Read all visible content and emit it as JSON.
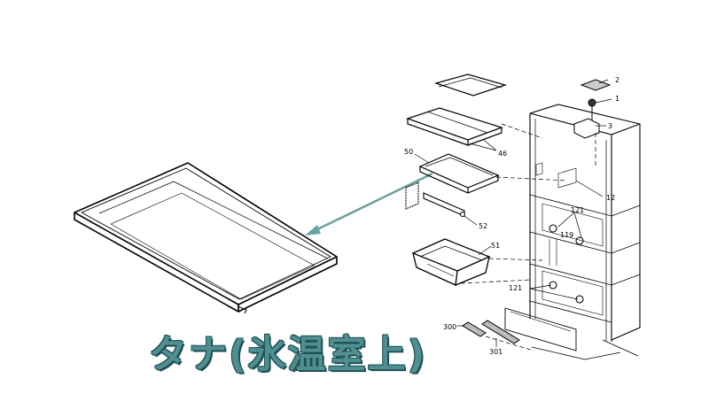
{
  "caption": "タナ(氷温室上)",
  "colors": {
    "caption": "#4f8f92",
    "arrow": "#6aa3a3",
    "line": "#000000"
  },
  "part_labels": {
    "p1": "1",
    "p2": "2",
    "p3": "3",
    "p12": "12",
    "p46": "46",
    "p50": "50",
    "p51": "51",
    "p52": "52",
    "p119": "119",
    "p121a": "121",
    "p121b": "121",
    "p300": "300",
    "p301": "301"
  }
}
